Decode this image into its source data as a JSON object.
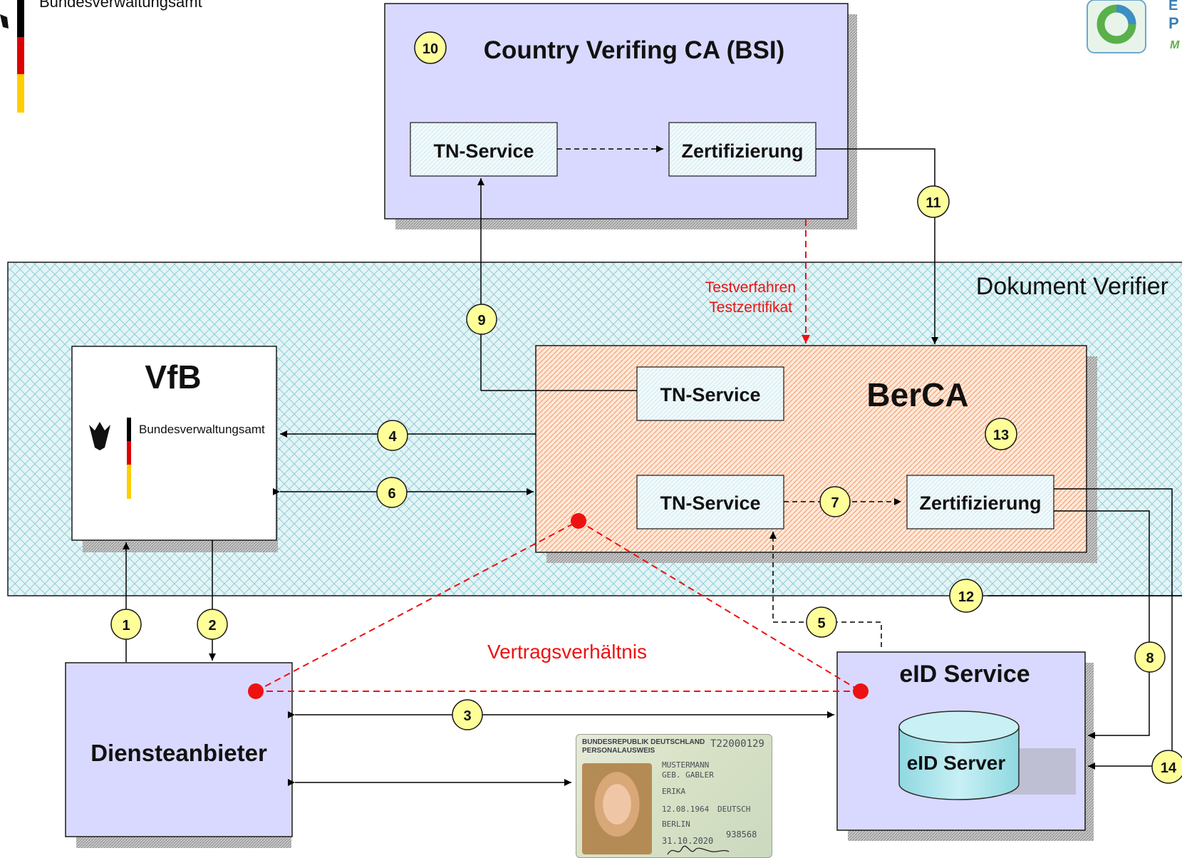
{
  "colors": {
    "box_fill": "#d9d9ff",
    "box_border": "#1a1a1a",
    "shadow": "#9a9a9a",
    "verifier_fill": "#e4f4f6",
    "verifier_pattern": "#8fd0d8",
    "berca_fill": "#ffe7d6",
    "berca_pattern": "#f3a274",
    "badge_fill": "#ffff99",
    "red": "#ee1111",
    "flag_black": "#000000",
    "flag_red": "#dd0000",
    "flag_gold": "#ffce00"
  },
  "header": {
    "left_logo_text": "Bundesverwaltungsamt",
    "right_logo_letters": [
      "E",
      "P",
      "M"
    ]
  },
  "cvca": {
    "title": "Country Verifing CA (BSI)",
    "badge": "10",
    "tn_service": "TN-Service",
    "zertifizierung": "Zertifizierung"
  },
  "verifier": {
    "label": "Dokument Verifier"
  },
  "test_note": {
    "line1": "Testverfahren",
    "line2": "Testzertifikat"
  },
  "vfb": {
    "title": "VfB",
    "logo_text": "Bundesverwaltungsamt"
  },
  "berca": {
    "title": "BerCA",
    "badge": "13",
    "tn_service_top": "TN-Service",
    "tn_service_bottom": "TN-Service",
    "zertifizierung": "Zertifizierung"
  },
  "anbieter": {
    "title": "Diensteanbieter"
  },
  "eid_service": {
    "title": "eID Service",
    "server": "eID Server"
  },
  "contract": {
    "label": "Vertragsverhältnis"
  },
  "badges": [
    "1",
    "2",
    "3",
    "4",
    "5",
    "6",
    "7",
    "8",
    "9",
    "11",
    "12",
    "14"
  ],
  "id_card": {
    "country": "BUNDESREPUBLIK DEUTSCHLAND",
    "doc_type": "PERSONALAUSWEIS",
    "number": "T22000129",
    "surname": "MUSTERMANN",
    "birth_name": "GEB. GABLER",
    "given_name": "ERIKA",
    "birth_date": "12.08.1964",
    "nationality": "DEUTSCH",
    "birth_place": "BERLIN",
    "expiry": "31.10.2020",
    "can": "938568"
  }
}
